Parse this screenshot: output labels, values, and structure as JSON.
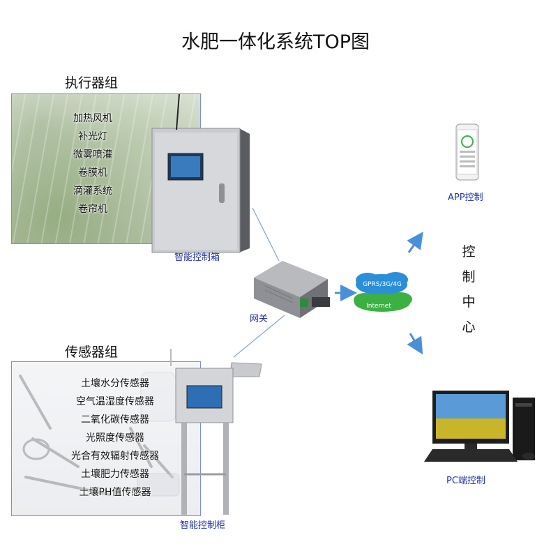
{
  "title": "水肥一体化系统TOP图",
  "executor_group": {
    "heading": "执行器组",
    "items": [
      "加热风机",
      "补光灯",
      "微雾喷灌",
      "卷膜机",
      "滴灌系统",
      "卷帘机"
    ],
    "device_caption": "智能控制箱"
  },
  "sensor_group": {
    "heading": "传感器组",
    "items": [
      "土壤水分传感器",
      "空气温湿度传感器",
      "二氧化碳传感器",
      "光照度传感器",
      "光合有效辐射传感器",
      "土壤肥力传感器",
      "土壤PH值传感器"
    ],
    "device_caption": "智能控制柜"
  },
  "gateway": {
    "caption": "网关"
  },
  "cloud": {
    "line1": "GPRS/3G/4G",
    "line2": "Internet"
  },
  "control_center": {
    "chars": [
      "控",
      "制",
      "中",
      "心"
    ]
  },
  "app": {
    "caption": "APP控制"
  },
  "pc": {
    "caption": "PC端控制"
  },
  "colors": {
    "caption": "#2233aa",
    "box_border": "#7a8fd4",
    "arrow": "#4a90d9",
    "link_line": "#7fa3d6"
  }
}
